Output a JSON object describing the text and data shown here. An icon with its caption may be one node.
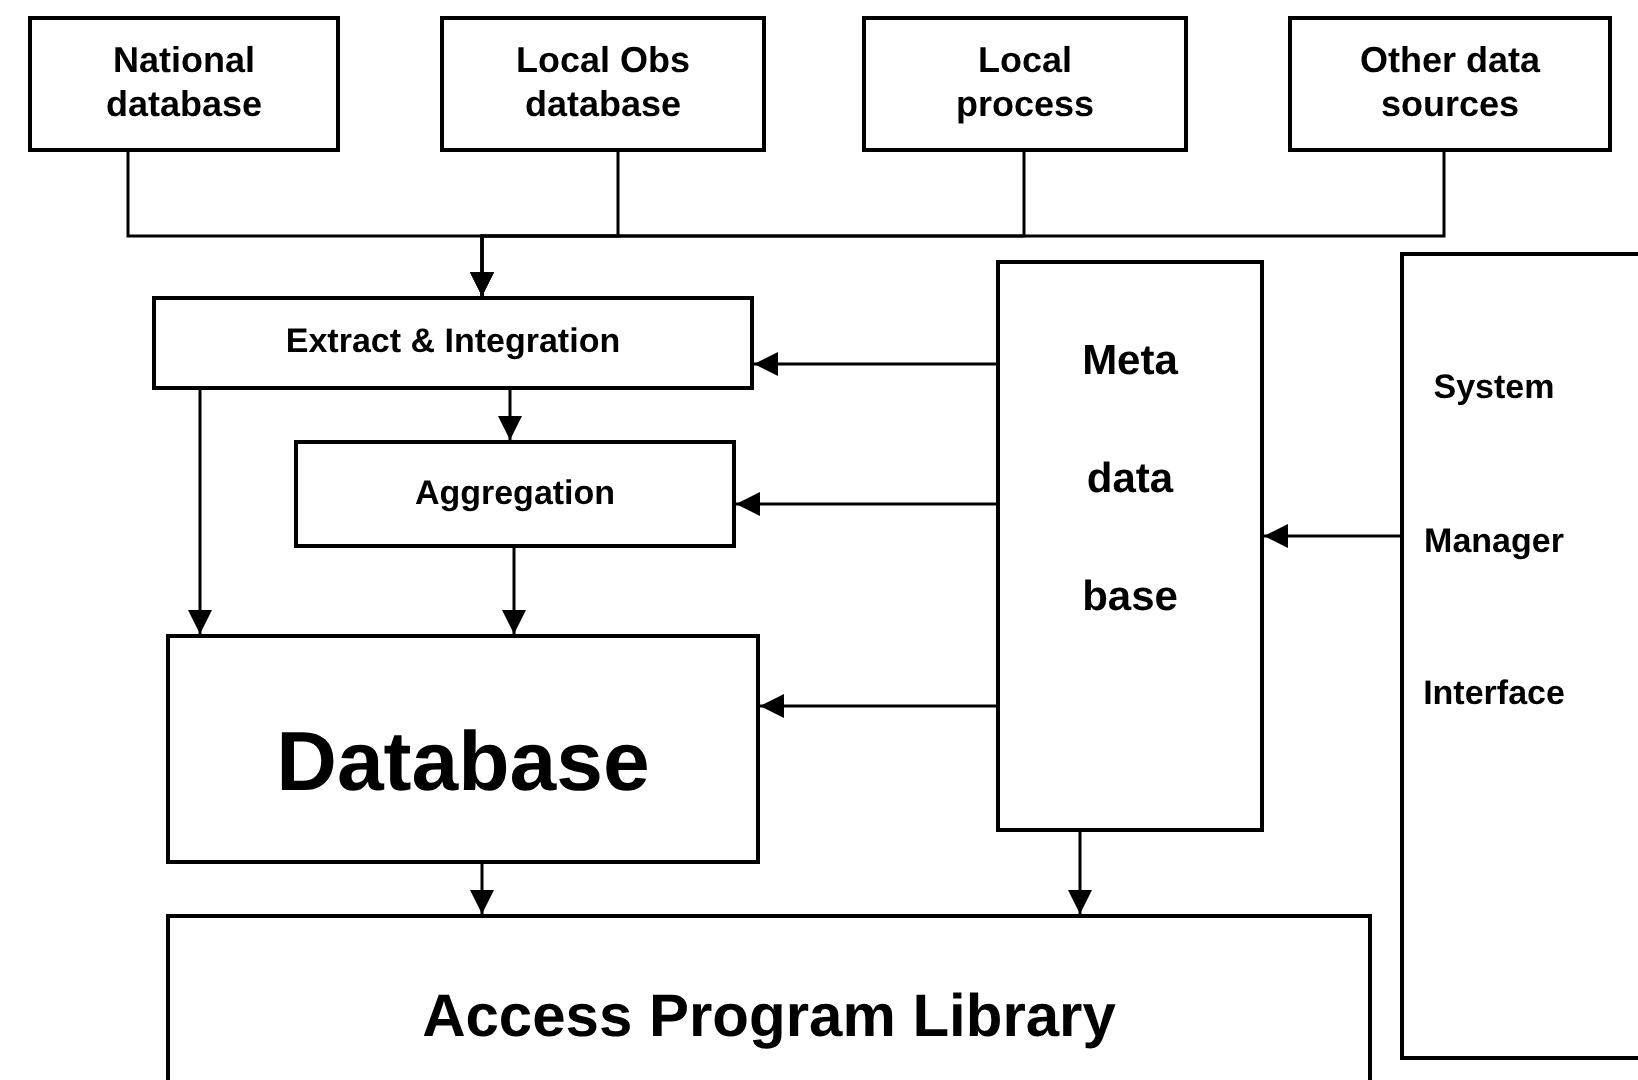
{
  "diagram": {
    "nodes": [
      {
        "text": [
          "National database"
        ]
      },
      {
        "text": [
          "Local Obs database"
        ]
      },
      {
        "text": [
          "Local process"
        ]
      },
      {
        "text": [
          "Other data sources"
        ]
      },
      {
        "text": [
          "Extract & Integration"
        ]
      },
      {
        "text": [
          "Meta data base"
        ]
      },
      {
        "text": [
          "System Manager Interface"
        ]
      },
      {
        "text": [
          "Aggregation"
        ]
      },
      {
        "text": [
          "Database"
        ]
      },
      {
        "text": [
          "Access Program Library"
        ]
      }
    ],
    "edges": [
      {
        "from": 0,
        "to": 4,
        "arrow": "to"
      },
      {
        "from": 1,
        "to": 4,
        "arrow": "to"
      },
      {
        "from": 2,
        "to": 4,
        "arrow": "to"
      },
      {
        "from": 3,
        "to": 4,
        "arrow": "to"
      },
      {
        "from": 4,
        "to": 7,
        "arrow": "to"
      },
      {
        "from": 4,
        "to": 8,
        "arrow": "to"
      },
      {
        "from": 7,
        "to": 8,
        "arrow": "to"
      },
      {
        "from": 5,
        "to": 4,
        "arrow": "to"
      },
      {
        "from": 5,
        "to": 7,
        "arrow": "to"
      },
      {
        "from": 5,
        "to": 8,
        "arrow": "to"
      },
      {
        "from": 8,
        "to": 9,
        "arrow": "to"
      },
      {
        "from": 5,
        "to": 9,
        "arrow": "to"
      },
      {
        "from": 6,
        "to": 5,
        "arrow": "to"
      }
    ]
  }
}
